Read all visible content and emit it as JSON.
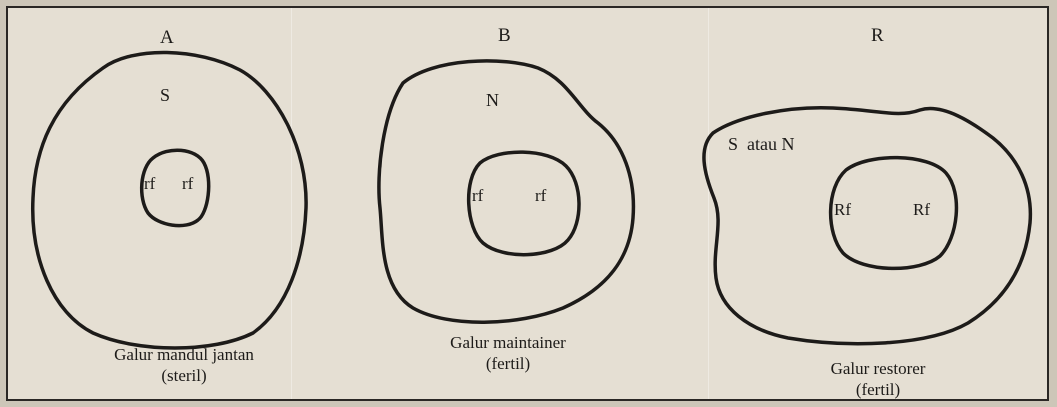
{
  "colors": {
    "paper": "#e5dfd3",
    "ink": "#1d1b19"
  },
  "panels": [
    {
      "letter": "A",
      "cytoplasm": "S",
      "genes": [
        "rf",
        "rf"
      ],
      "caption_line1": "Galur mandul jantan",
      "caption_line2": "(steril)"
    },
    {
      "letter": "B",
      "cytoplasm": "N",
      "genes": [
        "rf",
        "rf"
      ],
      "caption_line1": "Galur maintainer",
      "caption_line2": "(fertil)"
    },
    {
      "letter": "R",
      "cytoplasm": "S  atau N",
      "genes": [
        "Rf",
        "Rf"
      ],
      "caption_line1": "Galur restorer",
      "caption_line2": "(fertil)"
    }
  ]
}
